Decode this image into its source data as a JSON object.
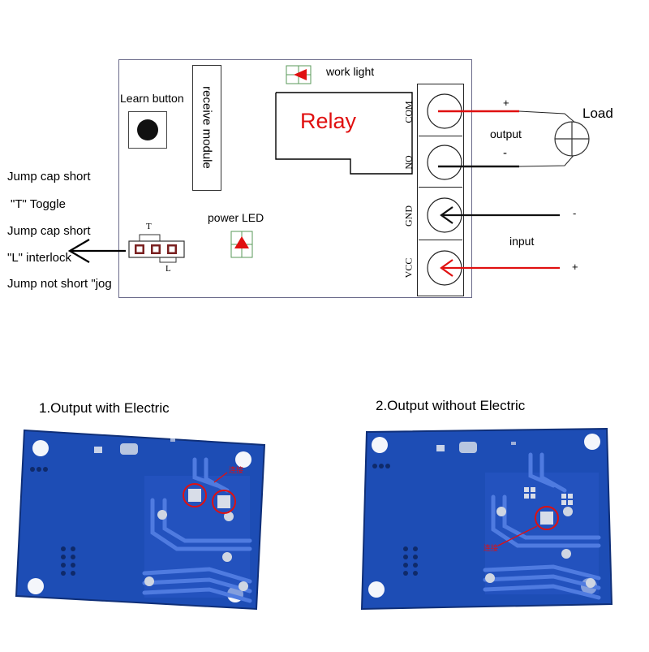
{
  "diagram": {
    "relay_label": "Relay",
    "work_light_label": "work light",
    "learn_button_label": "Learn button",
    "receive_module_label": "receive module",
    "power_led_label": "power LED",
    "jumper_t_label": "T",
    "jumper_l_label": "L",
    "terminals": [
      "COM",
      "NO",
      "GND",
      "VCC"
    ],
    "load_label": "Load",
    "output_label": "output",
    "input_label": "input",
    "plus_sign": "+",
    "minus_sign": "-",
    "jump_notes": [
      "Jump cap short",
      "\"T\" Toggle",
      "Jump cap short",
      "\"L\" interlock",
      "Jump not short \"jog"
    ]
  },
  "photos": {
    "left_caption": "1.Output with Electric",
    "right_caption": "2.Output without Electric",
    "left_annotation": "连接",
    "right_annotation": "连接"
  },
  "colors": {
    "pcb_blue": "#1e4fb8",
    "pcb_dark": "#163f98",
    "highlight_red": "#e01010"
  }
}
